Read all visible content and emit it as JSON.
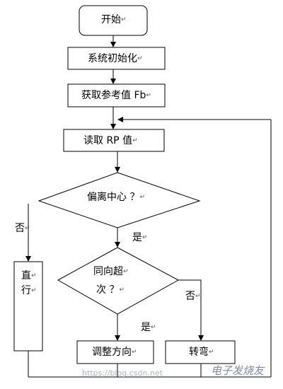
{
  "flowchart": {
    "start": "开始",
    "init": "系统初始化",
    "get_fb": "获取参考值 Fb",
    "read_rp": "读取 RP 值",
    "decision_offset": "偏离中心 ？",
    "decision_same_dir_1": "同向超",
    "decision_same_dir_2": "次 ？",
    "straight_1": "直",
    "straight_2": "行",
    "adjust": "调整方向",
    "turn": "转弯",
    "yes_1": "是",
    "no_1": "否",
    "yes_2": "是",
    "no_2": "否"
  },
  "watermark": {
    "url": "https://blog.csdn.net",
    "site_logo": "电子发烧友"
  },
  "colors": {
    "line": "#000000",
    "background": "#ffffff"
  }
}
